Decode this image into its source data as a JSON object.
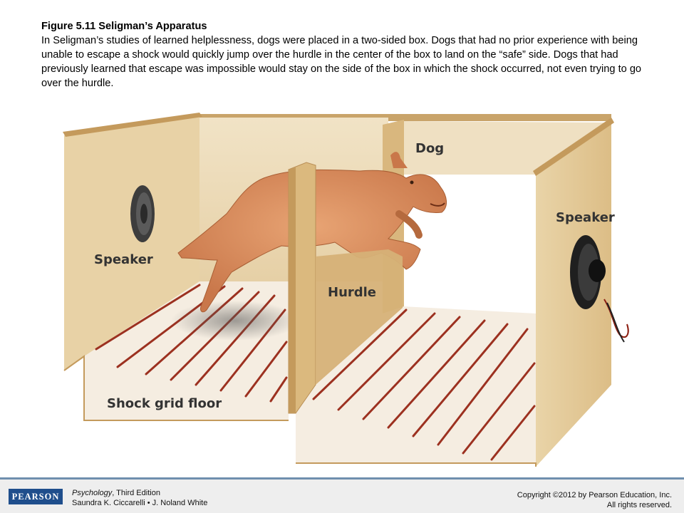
{
  "caption": {
    "title": "Figure 5.11 Seligman’s Apparatus",
    "body": "In Seligman’s studies of learned helplessness, dogs were placed in a two-sided box. Dogs that had no prior experience with being unable to escape a shock would quickly jump over the hurdle in the center of the box to land on the “safe” side. Dogs that had previously learned that escape was impossible would stay on the side of the box in which the shock occurred, not even trying to go over the hurdle."
  },
  "figure": {
    "labels": {
      "dog": "Dog",
      "speaker_right": "Speaker",
      "speaker_left": "Speaker",
      "hurdle": "Hurdle",
      "floor": "Shock grid floor"
    },
    "colors": {
      "wood": "#d9b77e",
      "wood_dark": "#c49a5c",
      "floor": "#f4ece0",
      "grid_bar": "#9c3120",
      "dog": "#d98a55"
    }
  },
  "footer": {
    "logo": "PEARSON",
    "book_title": "Psychology",
    "book_edition": ", Third Edition",
    "authors": "Saundra K. Ciccarelli • J. Noland White",
    "copyright_line1": "Copyright ©2012 by Pearson Education, Inc.",
    "copyright_line2": "All rights reserved."
  }
}
